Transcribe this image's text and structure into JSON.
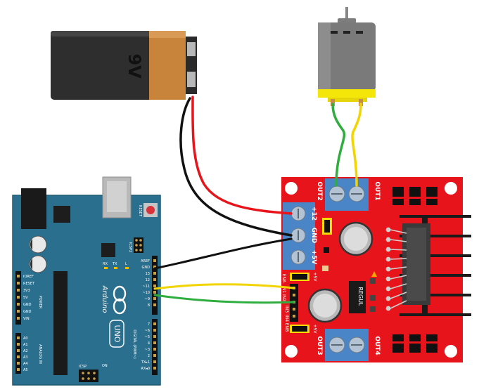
{
  "battery": {
    "label": "9V"
  },
  "arduino": {
    "logo_text": "Arduino",
    "model": "UNO",
    "tx": "TX",
    "rx": "RX",
    "l": "L",
    "on": "ON",
    "icsp": "ICSP",
    "icsp2": "ICSP2",
    "power": "POWER",
    "analog_in": "ANALOG IN",
    "digital": "DIGITAL (PWM~)",
    "reset": "RESET",
    "header_left": [
      "IOREF",
      "RESET",
      "3V3",
      "5V",
      "GND",
      "GND",
      "VIN"
    ],
    "analog_pins": [
      "A0",
      "A1",
      "A2",
      "A3",
      "A4",
      "A5"
    ],
    "pin_aref": "AREF",
    "pin_gnd": "GND",
    "pin_13": "13",
    "pin_12": "12",
    "pin_11": "~11",
    "pin_10": "~10",
    "pin_9": "~9",
    "pin_8": "8",
    "pin_7": "7",
    "pin_6": "~6",
    "pin_5": "~5",
    "pin_4": "4",
    "pin_3": "~3",
    "pin_2": "2",
    "pin_tx1": "TX▸1",
    "pin_rx0": "RX◂0"
  },
  "driver": {
    "out1": "OUT1",
    "out2": "OUT2",
    "out3": "OUT3",
    "out4": "OUT4",
    "v12": "+12",
    "gnd": "GND",
    "v5": "+5V",
    "regul": "REGUL",
    "ena": "ENA",
    "in1": "IN1",
    "in2": "IN2",
    "in3": "IN3",
    "in4": "IN4",
    "enb": "ENB",
    "jp_5v_top": "+5V",
    "jp_5v_bottom": "+5V"
  },
  "colors": {
    "wire_red": "#e8141b",
    "wire_black": "#111111",
    "wire_yellow": "#f2d400",
    "wire_green": "#2fae3f",
    "board_blue": "#2b6f8e",
    "driver_red": "#e8141b"
  }
}
